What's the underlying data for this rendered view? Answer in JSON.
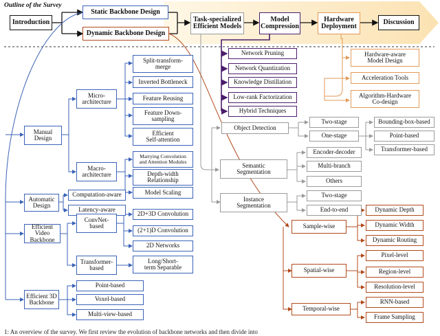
{
  "title": "Outline of the Survey",
  "caption": "1: An overview of the survey. We first review the evolution of backbone networks and then divide into",
  "colors": {
    "blue": "#3a62b7",
    "gray": "#9a9a9a",
    "purple": "#4b1d6b",
    "orange": "#e29a57",
    "rust": "#b04a1c",
    "banner": "#fce9c3"
  },
  "top": {
    "introduction": "Introduction",
    "static": "Static Backbone Design",
    "dynamic": "Dynamic Backbone Design",
    "task": [
      "Task-specialized",
      "Efficient Models"
    ],
    "compression": [
      "Model",
      "Compression"
    ],
    "hardware": [
      "Hardware",
      "Deployment"
    ],
    "discussion": "Discussion"
  },
  "static_tree": {
    "manual": [
      "Manual",
      "Design"
    ],
    "micro": [
      "Micro-",
      "architecture"
    ],
    "micro_items": [
      [
        "Split-transform-",
        "merge"
      ],
      [
        "Inverted Bottleneck"
      ],
      [
        "Feature Reusing"
      ],
      [
        "Feature Down-",
        "sampling"
      ],
      [
        "Efficient",
        "Self-attention"
      ]
    ],
    "macro": [
      "Macro-",
      "architecture"
    ],
    "macro_items": [
      [
        "Marrying Convolution",
        "and Attention Modules"
      ],
      [
        "Depth-width",
        "Relationship"
      ],
      [
        "Model Scaling"
      ]
    ],
    "automatic": [
      "Automatic",
      "Design"
    ],
    "auto_items": [
      "Computation-aware",
      "Latency-aware"
    ],
    "video": [
      "Efficient Video",
      "Backbone"
    ],
    "convnet": [
      "ConvNet-",
      "based"
    ],
    "convnet_items": [
      "2D+3D Convolution",
      "(2+1)D Convolution",
      "2D Networks"
    ],
    "transformer": [
      "Transformer-",
      "based"
    ],
    "transformer_items": [
      [
        "Long/Short-",
        "term Separable"
      ]
    ],
    "threed": [
      "Efficient 3D",
      "Backbone"
    ],
    "threed_items": [
      "Point-based",
      "Voxel-based",
      "Multi-view-based"
    ]
  },
  "compression_items": [
    "Network Pruning",
    "Network Quantization",
    "Knowledge Distillation",
    "Low-rank Factorization",
    "Hybrid Techniques"
  ],
  "hardware_items": [
    [
      "Hardware-aware",
      "Model Design"
    ],
    [
      "Acceleration Tools"
    ],
    [
      "Algorithm-Hardware",
      "Co-design"
    ]
  ],
  "task_tree": {
    "detection": "Object Detection",
    "detection_stages": [
      "Two-stage",
      "One-stage"
    ],
    "onestage_items": [
      "Bounding-box-based",
      "Point-based",
      "Transformer-based"
    ],
    "semantic": [
      "Semantic",
      "Segmentation"
    ],
    "semantic_items": [
      "Encoder-decoder",
      "Multi-branch",
      "Others"
    ],
    "instance": [
      "Instance",
      "Segmentation"
    ],
    "instance_items": [
      "Two-stage",
      "End-to-end"
    ]
  },
  "dynamic_tree": {
    "sample": "Sample-wise",
    "sample_items": [
      "Dynamic Depth",
      "Dynamic Width",
      "Dynamic Routing"
    ],
    "spatial": "Spatial-wise",
    "spatial_items": [
      "Pixel-level",
      "Region-level",
      "Resolution-level"
    ],
    "temporal": "Temporal-wise",
    "temporal_items": [
      "RNN-based",
      "Frame Sampling"
    ]
  }
}
